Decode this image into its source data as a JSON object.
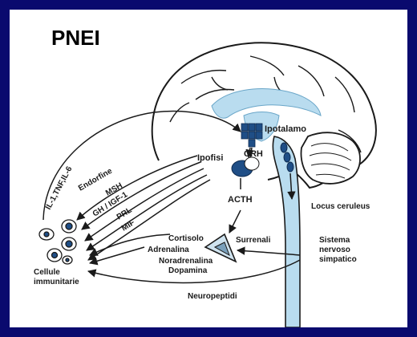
{
  "title": "PNEI",
  "labels": {
    "ipotalamo": "Ipotalamo",
    "crh": "CRH",
    "ipofisi": "Ipofisi",
    "acth": "ACTH",
    "locus_ceruleus": "Locus ceruleus",
    "sistema_line1": "Sistema",
    "sistema_line2": "nervoso",
    "sistema_line3": "simpatico",
    "cortisolo": "Cortisolo",
    "surrenali": "Surrenali",
    "adrenalina": "Adrenalina",
    "noradrenalina": "Noradrenalina",
    "dopamina": "Dopamina",
    "neuropeptidi": "Neuropeptidi",
    "cellule_line1": "Cellule",
    "cellule_line2": "immunitarie",
    "cytokines": "IL-1,TNF,IL-6",
    "endorfine": "Endorfine",
    "msh": "MSH",
    "gh_igf": "GH / IGF-1",
    "prl": "PRL",
    "mif": "MIF"
  },
  "colors": {
    "frame": "#0a0a6e",
    "brain_fill": "#ffffff",
    "ventricle": "#b9dcef",
    "node": "#1f4e86",
    "line": "#1a1a1a"
  }
}
